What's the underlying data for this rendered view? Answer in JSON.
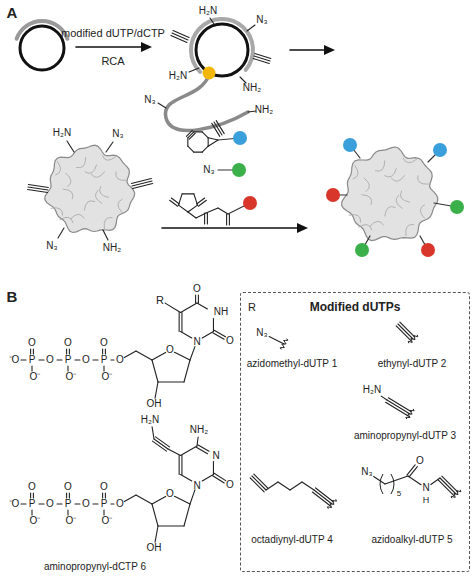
{
  "diagram": {
    "nodes": [
      {
        "text": [
          "Modified dUTPs"
        ]
      }
    ],
    "labels": [
      "A",
      "modified dUTP/dCTP",
      "RCA",
      "H₂N",
      "N₃",
      "H₂N",
      "NH₂",
      "N₃",
      "NH₂",
      "H₂N",
      "N₃",
      "N₃",
      "NH₂",
      "N₃",
      "B",
      "R",
      "O",
      "NH",
      "O",
      "N",
      "O",
      "OH",
      "O",
      "O",
      "O",
      "⁻O",
      "P",
      "O",
      "P",
      "O",
      "P",
      "O",
      "O⁻",
      "O⁻",
      "O⁻",
      "R",
      "N₃",
      "azidomethyl-dUTP 1",
      "ethynyl-dUTP 2",
      "H₂N",
      "aminopropynyl-dUTP 3",
      "N₃",
      "5",
      "O",
      "N",
      "H",
      "octadiynyl-dUTP 4",
      "azidoalkyl-dUTP 5",
      "H₂N",
      "NH₂",
      "N",
      "O",
      "N",
      "O",
      "OH",
      "O",
      "O",
      "O",
      "⁻O",
      "P",
      "O",
      "P",
      "O",
      "P",
      "O",
      "O⁻",
      "O⁻",
      "O⁻",
      "aminopropynyl-dCTP 6"
    ]
  }
}
